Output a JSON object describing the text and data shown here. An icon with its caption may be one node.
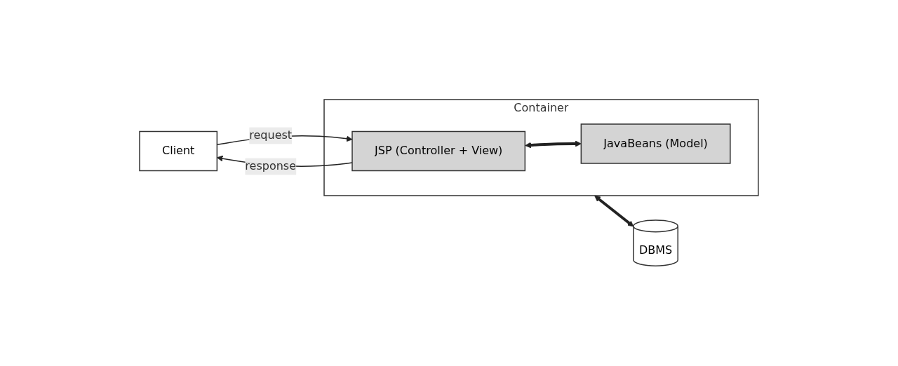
{
  "diagram": {
    "nodes": [
      {
        "text": [
          "Client"
        ]
      },
      {
        "text": [
          "Container"
        ]
      },
      {
        "text": [
          "JSP (Controller + View)"
        ],
        "in": 1
      },
      {
        "text": [
          "JavaBeans (Model)"
        ],
        "in": 1
      },
      {
        "text": [
          "DBMS"
        ]
      }
    ],
    "edges": [
      {
        "from": 0,
        "to": 2,
        "label": "request",
        "arrow": "to"
      },
      {
        "from": 2,
        "to": 0,
        "label": "response",
        "arrow": "to"
      },
      {
        "from": 2,
        "to": 3,
        "arrow": "both",
        "style": "thick"
      },
      {
        "from": 1,
        "to": 4,
        "arrow": "both",
        "style": "thick"
      }
    ]
  }
}
